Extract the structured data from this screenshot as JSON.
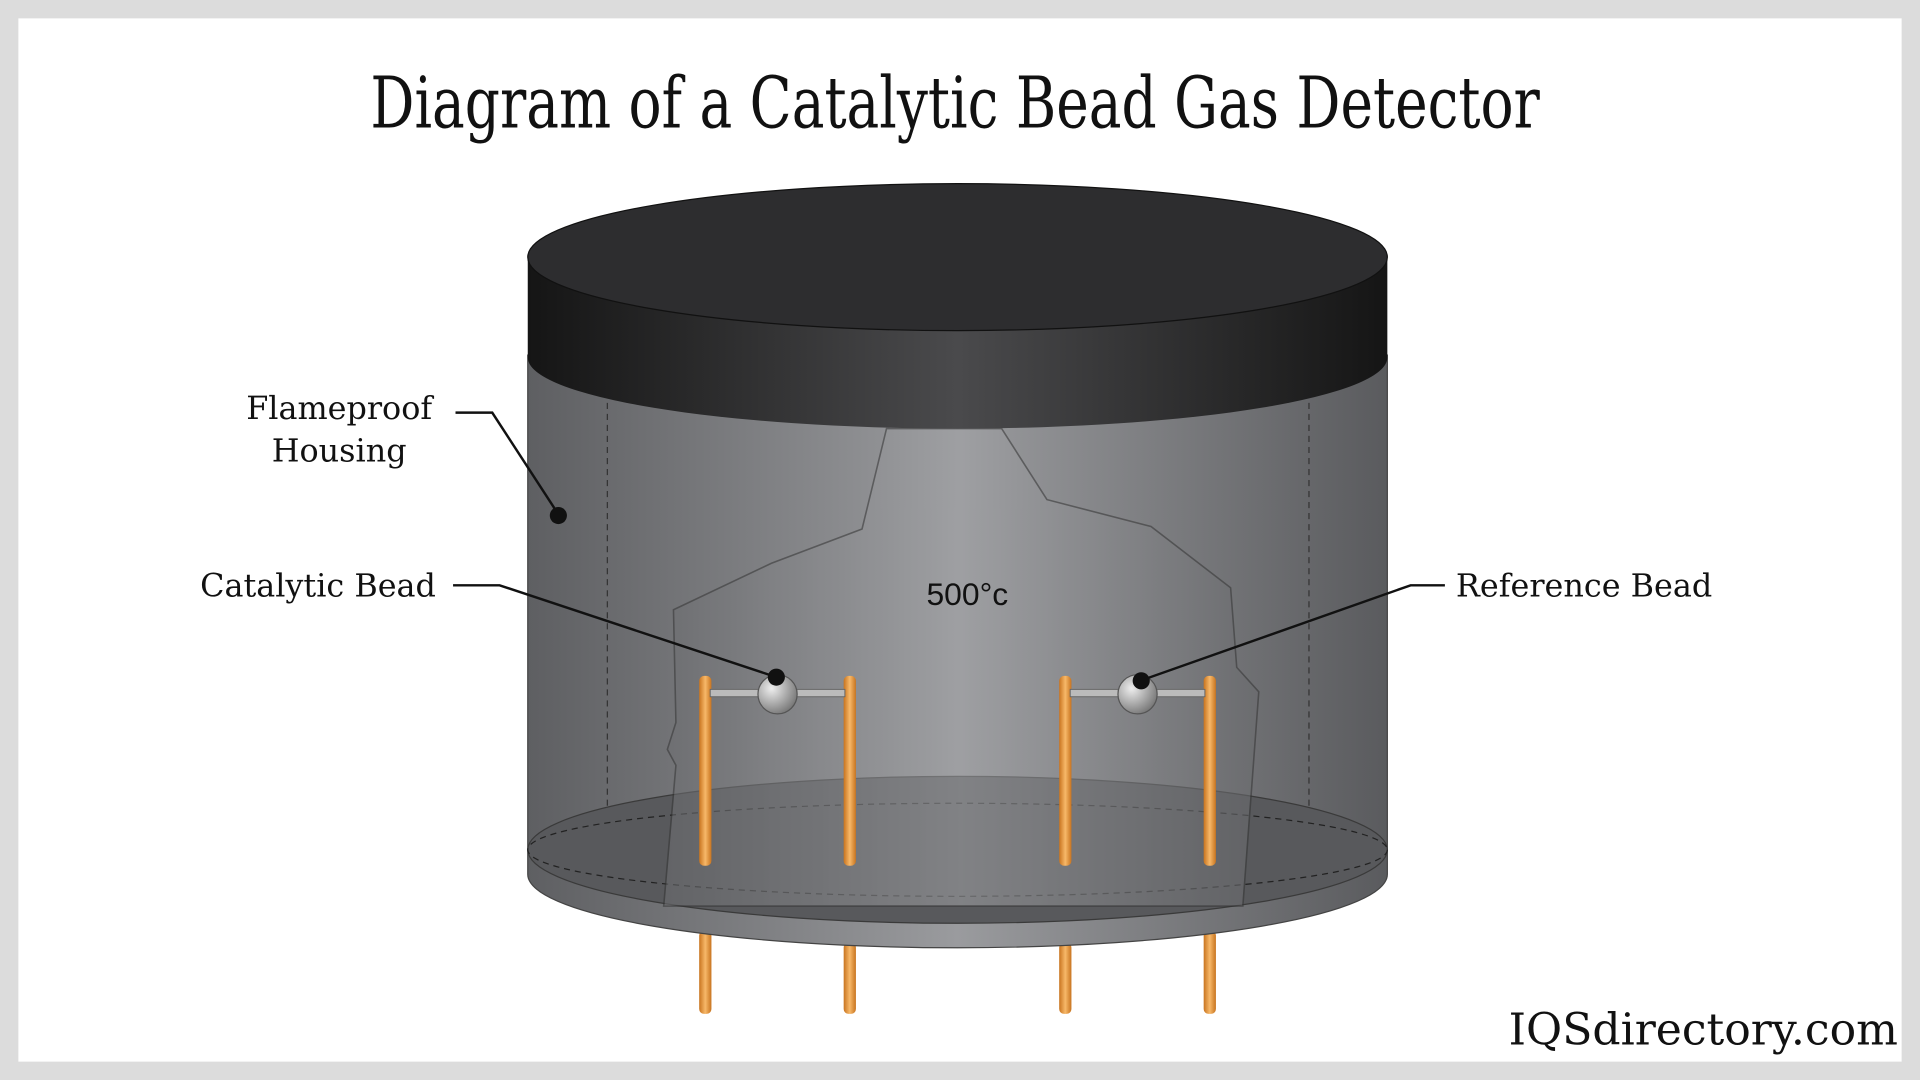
{
  "title": "Diagram of a Catalytic Bead Gas Detector",
  "labels": {
    "housing_line1": "Flameproof",
    "housing_line2": "Housing",
    "catalytic_bead": "Catalytic Bead",
    "reference_bead": "Reference Bead",
    "temperature": "500°c"
  },
  "brand": "IQSdirectory.com",
  "colors": {
    "background_border": "#dcdcdc",
    "canvas": "#ffffff",
    "housing": "#7a7b7e",
    "cap": "#1e1e1f",
    "pins": "#e79a3c"
  }
}
